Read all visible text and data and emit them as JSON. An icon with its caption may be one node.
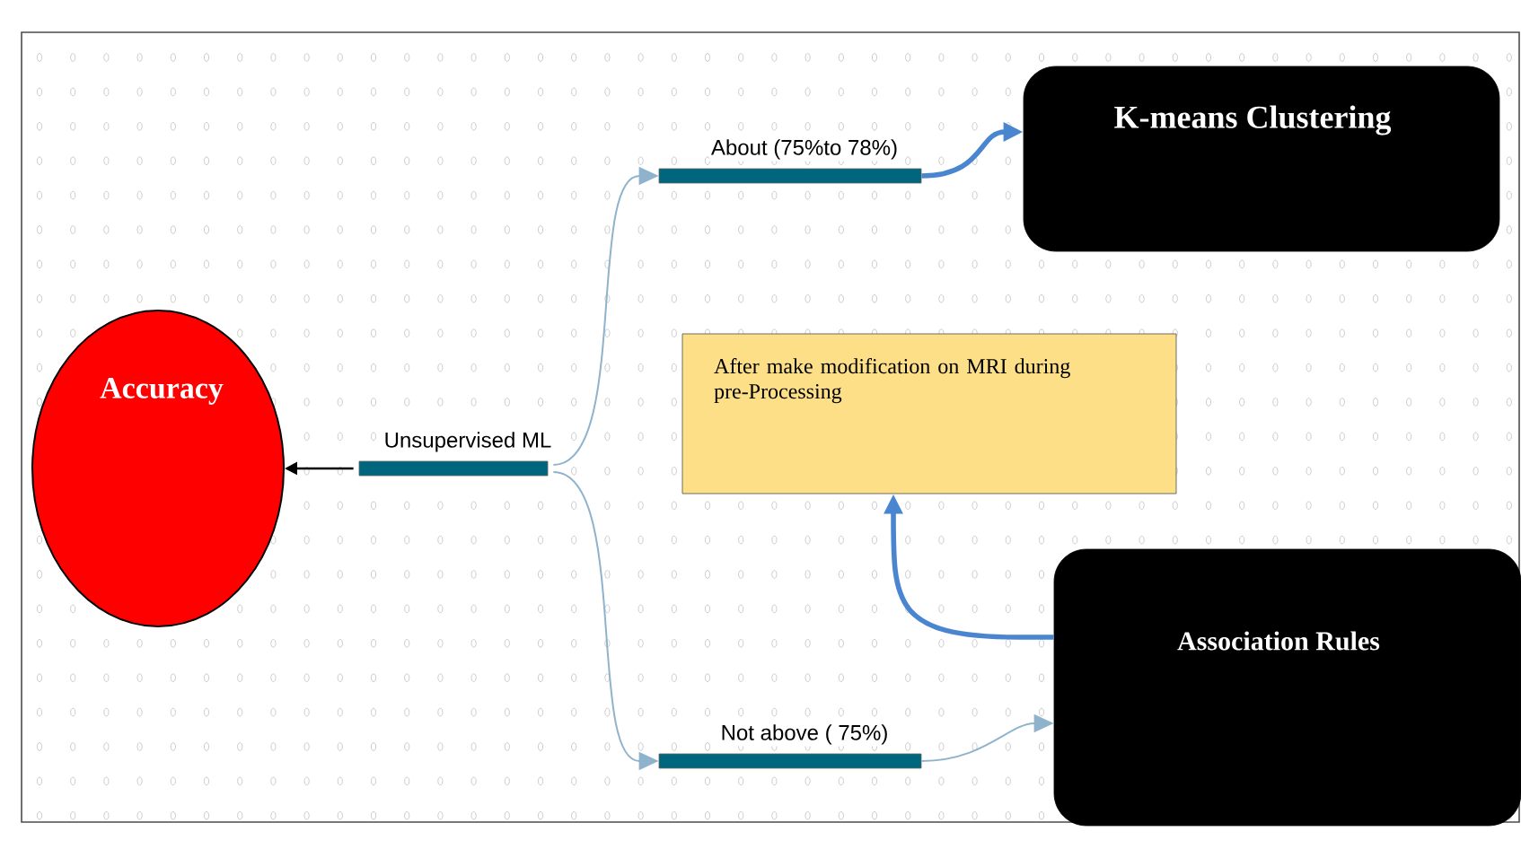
{
  "diagram": {
    "nodes": [
      {
        "text": [
          "Accuracy"
        ]
      },
      {
        "text": [
          "Unsupervised ML"
        ]
      },
      {
        "text": [
          "About (75%to 78%)"
        ]
      },
      {
        "text": [
          "Not above ( 75%)"
        ]
      },
      {
        "text": [
          "K-means Clustering"
        ]
      },
      {
        "text": [
          "After make modification on MRI during pre-Processing"
        ]
      },
      {
        "text": [
          "Association Rules"
        ]
      }
    ],
    "edges": [
      {
        "from": 1,
        "to": 0,
        "arrow": "to",
        "color": "#000000"
      },
      {
        "from": 1,
        "to": 2,
        "arrow": "to"
      },
      {
        "from": 1,
        "to": 3,
        "arrow": "to"
      },
      {
        "from": 2,
        "to": 4,
        "arrow": "to",
        "style": "thick",
        "color": "#4a86d0"
      },
      {
        "from": 3,
        "to": 6,
        "arrow": "to"
      },
      {
        "from": 6,
        "to": 5,
        "arrow": "to",
        "style": "thick",
        "color": "#4a86d0"
      }
    ]
  }
}
